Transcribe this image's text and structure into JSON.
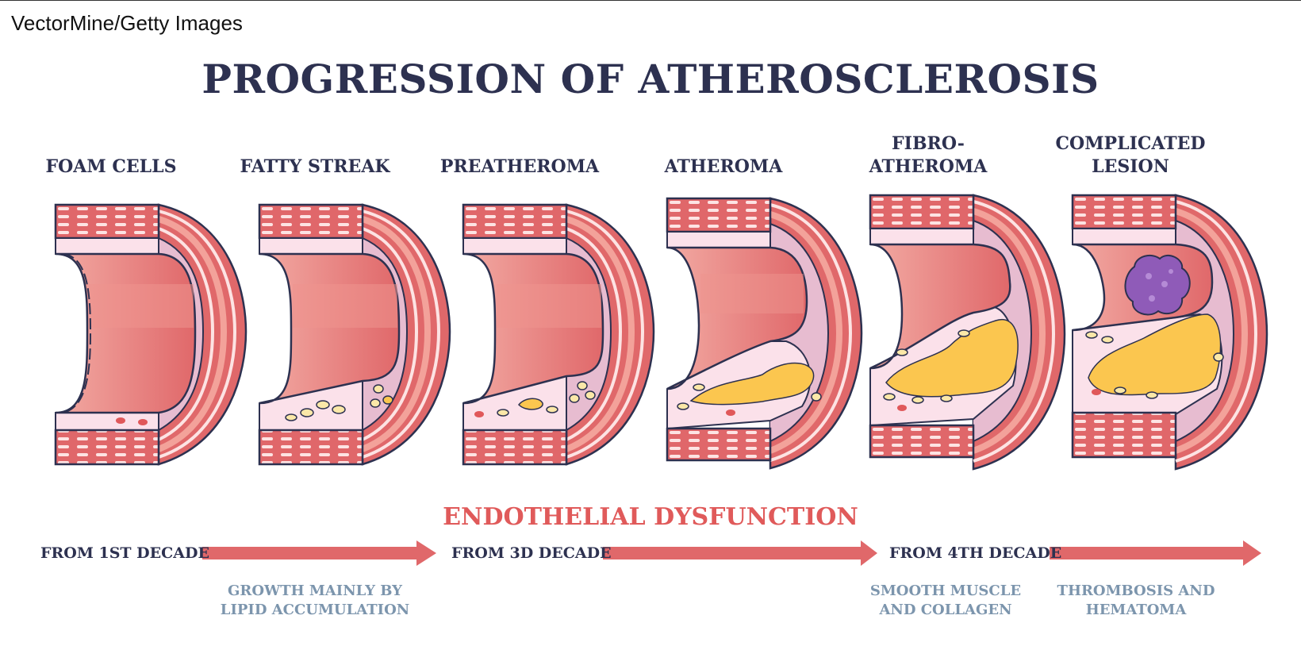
{
  "credit": "VectorMine/Getty Images",
  "title": "PROGRESSION OF ATHEROSCLEROSIS",
  "stages": [
    {
      "line1": "FOAM CELLS",
      "line2": ""
    },
    {
      "line1": "FATTY STREAK",
      "line2": ""
    },
    {
      "line1": "PREATHEROMA",
      "line2": ""
    },
    {
      "line1": "ATHEROMA",
      "line2": ""
    },
    {
      "line1": "FIBRO-",
      "line2": "ATHEROMA"
    },
    {
      "line1": "COMPLICATED",
      "line2": "LESION"
    }
  ],
  "dysfunction": "ENDOTHELIAL DYSFUNCTION",
  "decades": [
    "FROM 1ST DECADE",
    "FROM 3D DECADE",
    "FROM 4TH DECADE"
  ],
  "notes": [
    {
      "line1": "GROWTH MAINLY BY",
      "line2": "LIPID ACCUMULATION"
    },
    {
      "line1": "SMOOTH MUSCLE",
      "line2": "AND COLLAGEN"
    },
    {
      "line1": "THROMBOSIS AND",
      "line2": "HEMATOMA"
    }
  ],
  "colors": {
    "title": "#2d3150",
    "accent": "#e05a5a",
    "note": "#7c95ad",
    "wall_dark": "#d9585a",
    "wall_light": "#f3a29a",
    "intima": "#f5d0dc",
    "lumen": "#e98a86",
    "lipid": "#fbc64f",
    "thrombus": "#8f5bb8"
  }
}
